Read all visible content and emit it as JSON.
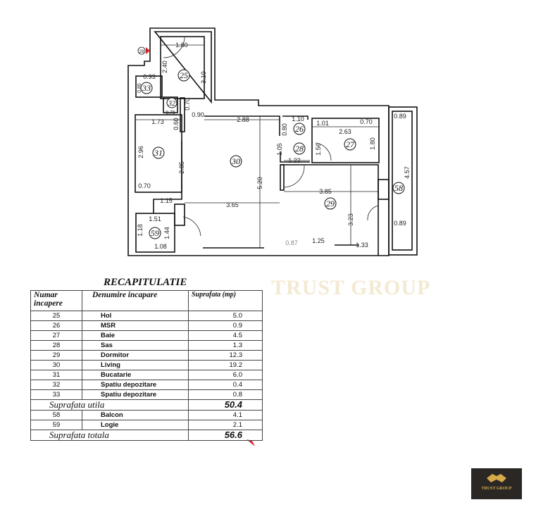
{
  "plan": {
    "entrance_label": "29",
    "rooms": {
      "r25": "25",
      "r26": "26",
      "r27": "27",
      "r28": "28",
      "r29": "29",
      "r30": "30",
      "r31": "31",
      "r32": "32",
      "r33": "33",
      "r58": "58",
      "r59": "59"
    },
    "dims": [
      "1.80",
      "2.40",
      "3.10",
      "0.93",
      "0.85",
      "0.70",
      "0.76",
      "0.90",
      "2.88",
      "1.73",
      "0.60",
      "1.10",
      "0.80",
      "1.01",
      "2.63",
      "0.70",
      "0.89",
      "2.96",
      "2.85",
      "5.20",
      "1.05",
      "1.56",
      "1.80",
      "1.22",
      "4.57",
      "0.70",
      "3.85",
      "3.23",
      "1.15",
      "3.65",
      "1.51",
      "1.18",
      "1.44",
      "0.89",
      "0.87",
      "1.25",
      "1.33",
      "1.08"
    ]
  },
  "watermark": "TRUST GROUP",
  "table": {
    "title": "RECAPITULATIE",
    "headers": [
      "Numar incapere",
      "Denumire incapare",
      "Suprafata (mp)"
    ],
    "rows": [
      {
        "num": "25",
        "name": "Hol",
        "area": "5.0"
      },
      {
        "num": "26",
        "name": "MSR",
        "area": "0.9"
      },
      {
        "num": "27",
        "name": "Baie",
        "area": "4.5"
      },
      {
        "num": "28",
        "name": "Sas",
        "area": "1.3"
      },
      {
        "num": "29",
        "name": "Dormitor",
        "area": "12.3"
      },
      {
        "num": "30",
        "name": "Living",
        "area": "19.2"
      },
      {
        "num": "31",
        "name": "Bucatarie",
        "area": "6.0"
      },
      {
        "num": "32",
        "name": "Spatiu depozitare",
        "area": "0.4"
      },
      {
        "num": "33",
        "name": "Spatiu depozitare",
        "area": "0.8"
      }
    ],
    "useful": {
      "label": "Suprafata utila",
      "area": "50.4"
    },
    "extra_rows": [
      {
        "num": "58",
        "name": "Balcon",
        "area": "4.1"
      },
      {
        "num": "59",
        "name": "Logie",
        "area": "2.1"
      }
    ],
    "total": {
      "label": "Suprafata totala",
      "area": "56.6"
    }
  },
  "logo": {
    "text": "TRUST GROUP",
    "gold": "#d6a94a",
    "background": "#2a2724"
  }
}
